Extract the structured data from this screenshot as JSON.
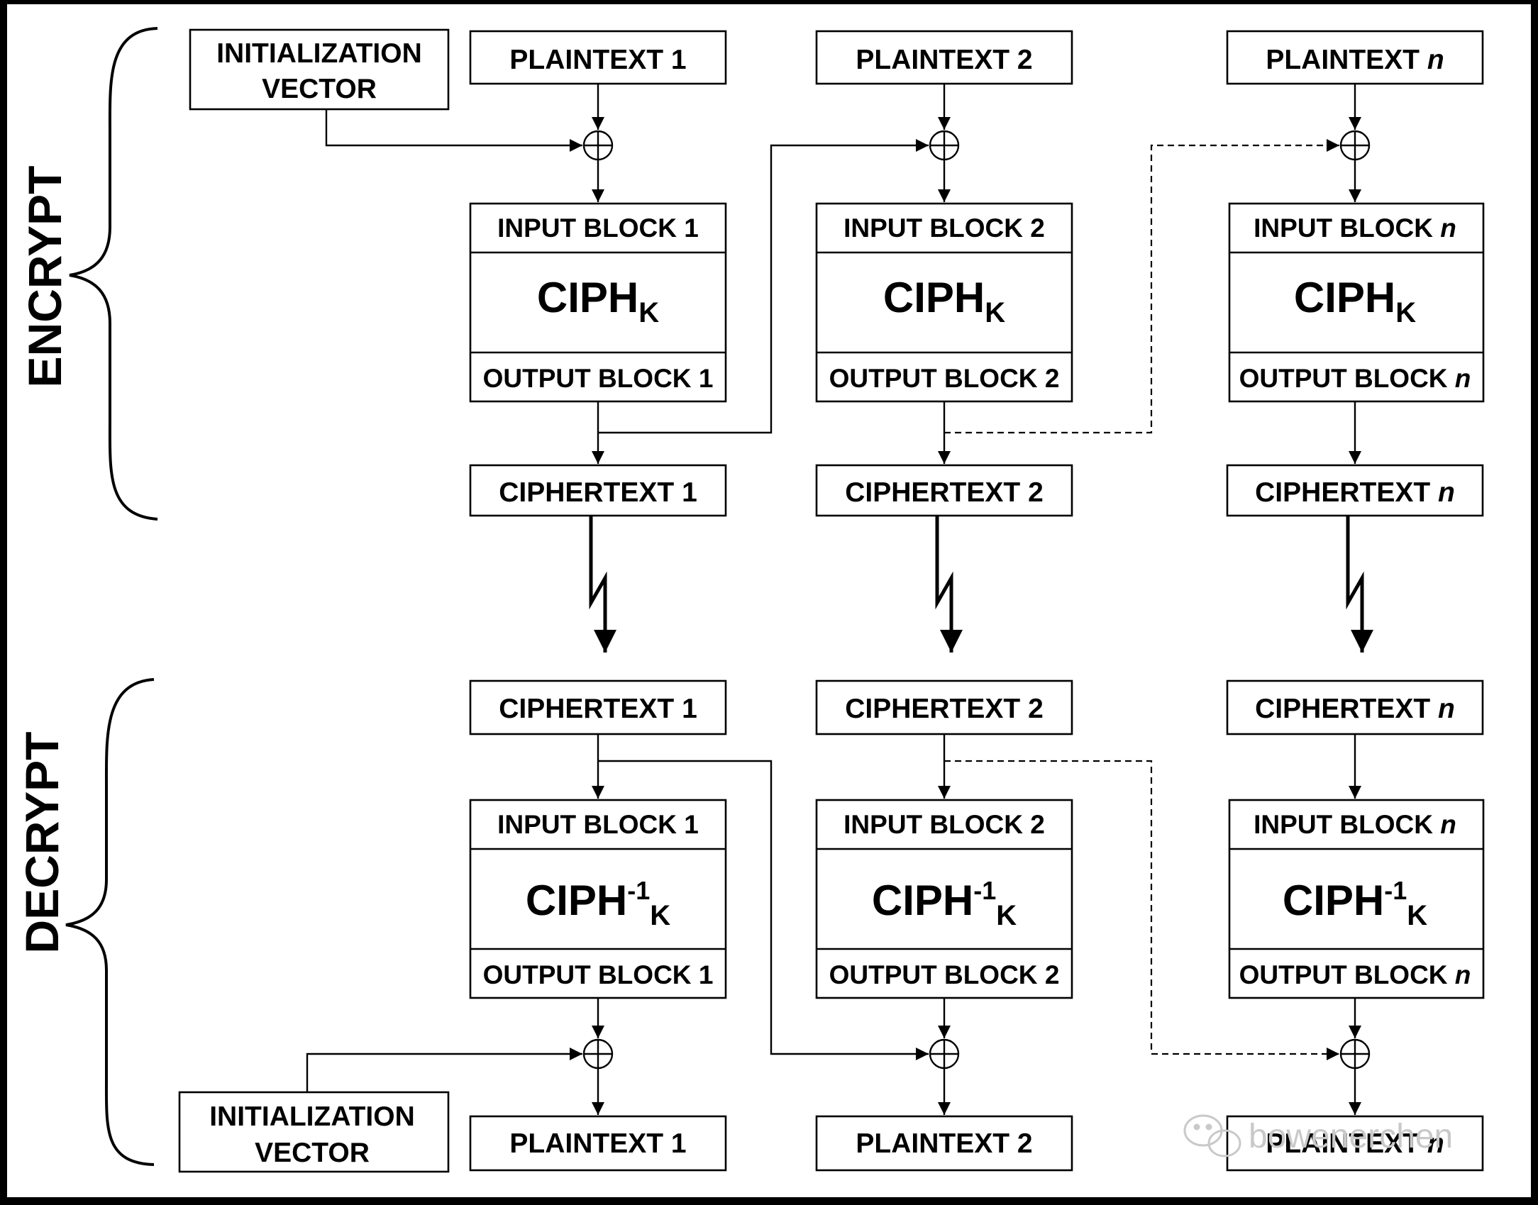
{
  "sides": {
    "encrypt": "ENCRYPT",
    "decrypt": "DECRYPT"
  },
  "iv": {
    "line1": "INITIALIZATION",
    "line2": "VECTOR"
  },
  "columns": [
    {
      "index": "1",
      "italic": false,
      "plaintext": "PLAINTEXT",
      "input_block": "INPUT BLOCK",
      "output_block": "OUTPUT BLOCK",
      "ciphertext": "CIPHERTEXT"
    },
    {
      "index": "2",
      "italic": false,
      "plaintext": "PLAINTEXT",
      "input_block": "INPUT BLOCK",
      "output_block": "OUTPUT BLOCK",
      "ciphertext": "CIPHERTEXT"
    },
    {
      "index": "n",
      "italic": true,
      "plaintext": "PLAINTEXT",
      "input_block": "INPUT BLOCK",
      "output_block": "OUTPUT BLOCK",
      "ciphertext": "CIPHERTEXT"
    }
  ],
  "cipher": {
    "name": "CIPH",
    "key_subscript": "K",
    "inverse_superscript": "-1"
  },
  "xor_symbol": "⊕",
  "watermark": {
    "icon": "wechat-icon",
    "text": "bowenerchen"
  },
  "colors": {
    "background": "#000000",
    "panel": "#ffffff",
    "ink": "#000000",
    "watermark": "#c9c9c9"
  }
}
